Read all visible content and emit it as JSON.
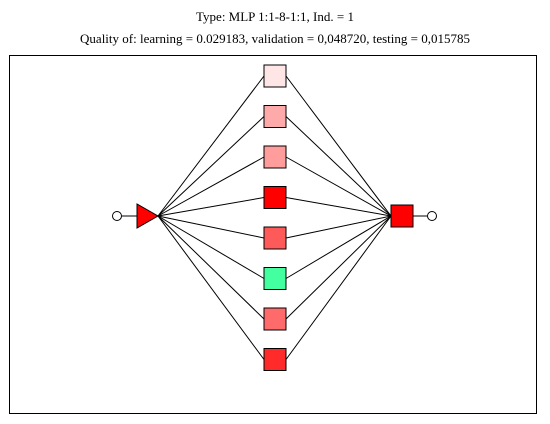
{
  "header": {
    "type_line": "Type: MLP 1:1-8-1:1, Ind. = 1",
    "quality_line": "Quality of: learning = 0.029183, validation = 0,048720, testing = 0,015785"
  },
  "network": {
    "input_neurons": 1,
    "hidden_neurons": 8,
    "output_neurons": 1,
    "colors": {
      "input": "#ff0000",
      "output": "#ff0000",
      "hidden": [
        "#ffe6e6",
        "#ffaaaa",
        "#ff9c9c",
        "#ff0000",
        "#ff5a5a",
        "#44ff9f",
        "#ff6b6b",
        "#ff2a2a"
      ],
      "line": "#000000"
    }
  }
}
